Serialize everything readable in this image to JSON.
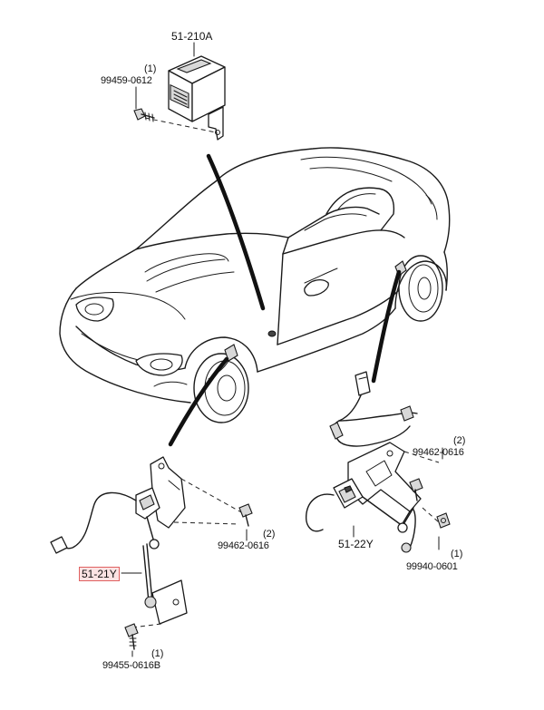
{
  "labels": {
    "module": "51-210A",
    "module_bolt_qty": "(1)",
    "module_bolt_pn": "99459-0612",
    "front_sensor": "51-21Y",
    "front_upper_bolt_qty": "(2)",
    "front_upper_bolt_pn": "99462-0616",
    "front_lower_bolt_qty": "(1)",
    "front_lower_bolt_pn": "99455-0616B",
    "rear_sensor": "51-22Y",
    "rear_upper_bolt_qty": "(2)",
    "rear_upper_bolt_pn": "99462-0616",
    "rear_lower_bolt_qty": "(1)",
    "rear_lower_bolt_pn": "99940-0601"
  },
  "colors": {
    "highlight_border": "#e06060",
    "highlight_fill": "#fbe3e3",
    "ink": "#111111"
  }
}
